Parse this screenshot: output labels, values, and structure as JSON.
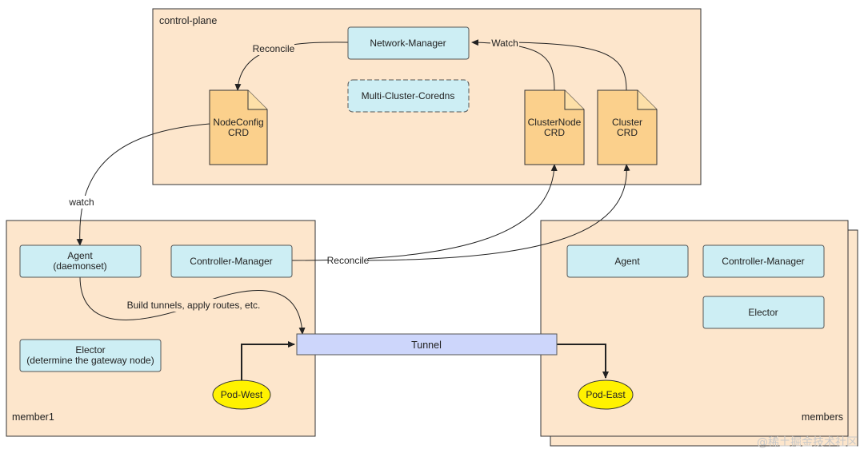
{
  "regions": {
    "control_plane": "control-plane",
    "member1": "member1",
    "members": "members"
  },
  "nodes": {
    "network_manager": "Network-Manager",
    "multi_cluster_coredns": "Multi-Cluster-Coredns",
    "nodeconfig_crd": [
      "NodeConfig",
      "CRD"
    ],
    "clusternode_crd": [
      "ClusterNode",
      "CRD"
    ],
    "cluster_crd": [
      "Cluster",
      "CRD"
    ],
    "agent_m1": [
      "Agent",
      "(daemonset)"
    ],
    "controller_manager_m1": "Controller-Manager",
    "elector_m1": [
      "Elector",
      "(determine the gateway node)"
    ],
    "tunnel": "Tunnel",
    "pod_west": "Pod-West",
    "agent_ms": "Agent",
    "controller_manager_ms": "Controller-Manager",
    "elector_ms": "Elector",
    "pod_east": "Pod-East"
  },
  "edges": {
    "reconcile_top": "Reconcile",
    "watch_top": "Watch",
    "watch_left": "watch",
    "reconcile_mid": "Reconcile",
    "build_tunnels": "Build tunnels, apply routes, etc."
  },
  "watermark": "@稀土掘金技术社区",
  "colors": {
    "region_fill": "#fde6cc",
    "component_fill": "#cdeef4",
    "crd_fill": "#fbd08c",
    "tunnel_fill": "#cdd6fb",
    "pod_fill": "#fff200"
  }
}
